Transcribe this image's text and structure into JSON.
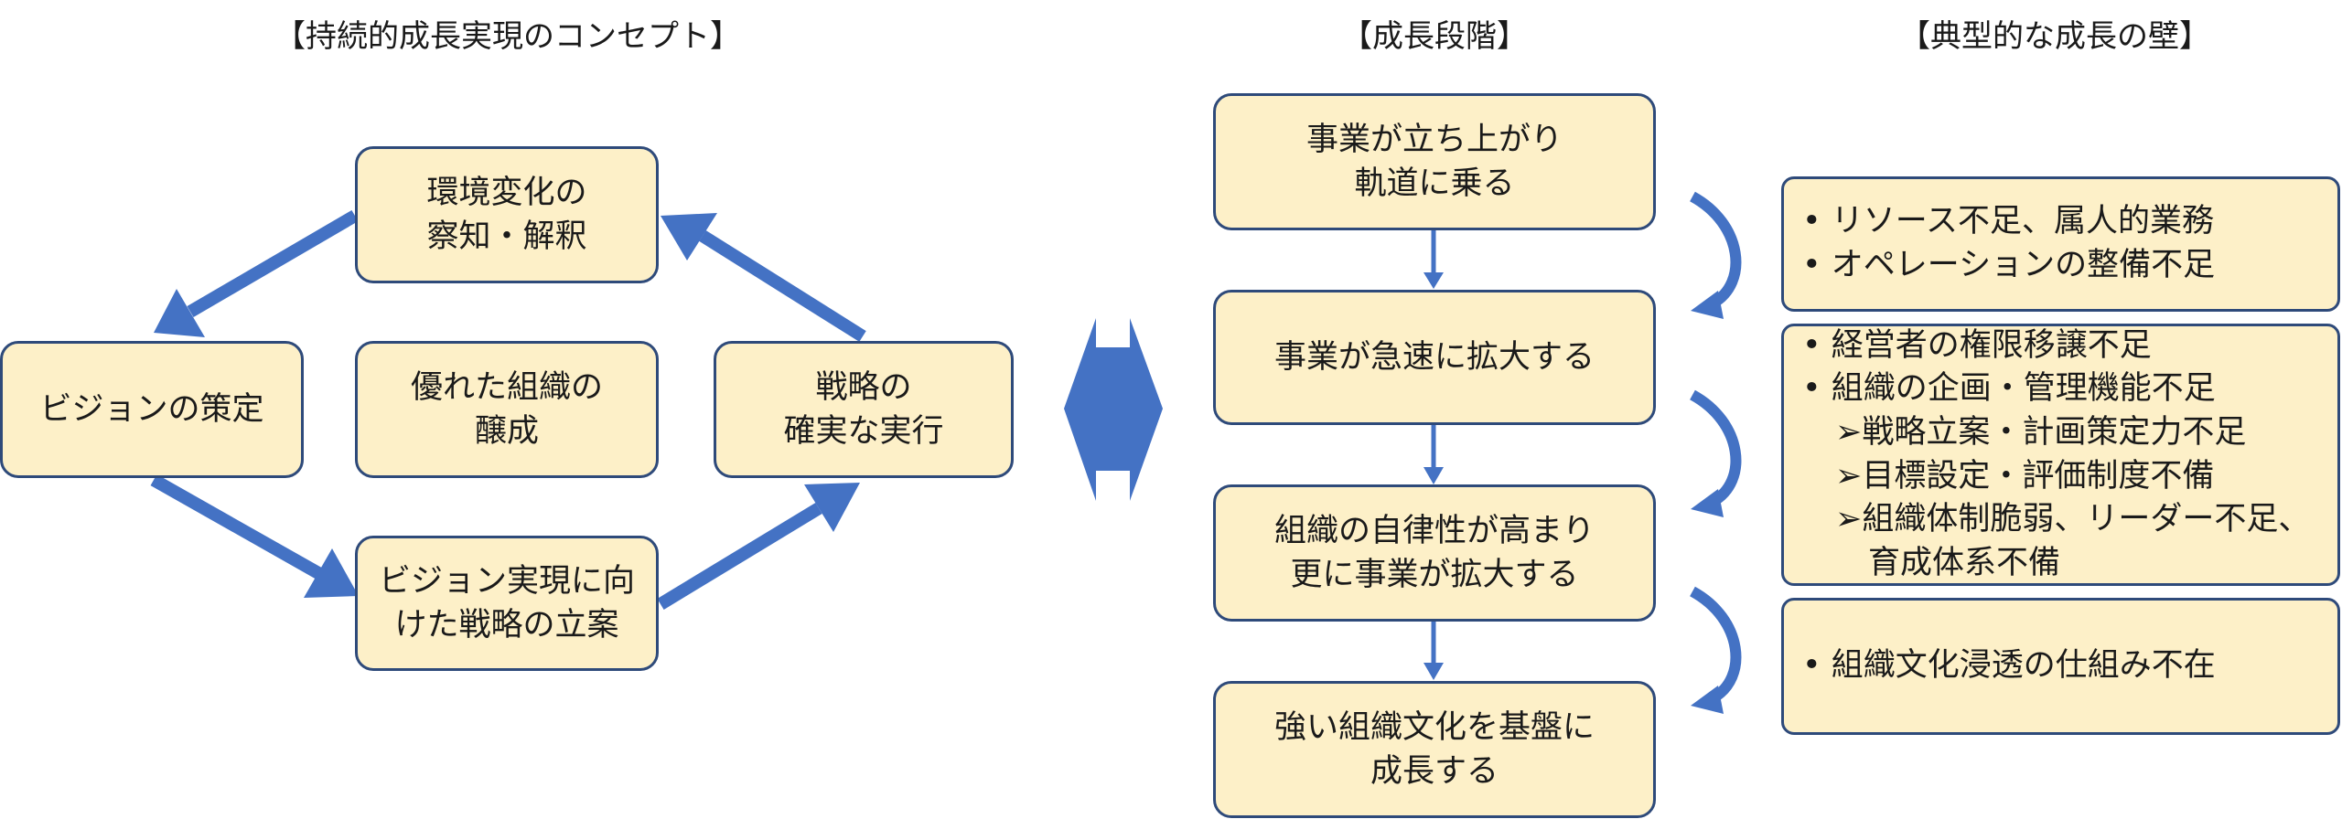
{
  "headings": {
    "concept": "【持続的成長実現のコンセプト】",
    "stages": "【成長段階】",
    "walls": "【典型的な成長の壁】"
  },
  "concept": {
    "top": [
      "環境変化の",
      "察知・解釈"
    ],
    "left": [
      "ビジョンの策定"
    ],
    "center": [
      "優れた組織の",
      "醸成"
    ],
    "right": [
      "戦略の",
      "確実な実行"
    ],
    "bottom": [
      "ビジョン実現に向",
      "けた戦略の立案"
    ]
  },
  "stages": [
    [
      "事業が立ち上がり",
      "軌道に乗る"
    ],
    [
      "事業が急速に拡大する"
    ],
    [
      "組織の自律性が高まり",
      "更に事業が拡大する"
    ],
    [
      "強い組織文化を基盤に",
      "成長する"
    ]
  ],
  "walls": {
    "wall1": [
      "• リソース不足、属人的業務",
      "• オペレーションの整備不足"
    ],
    "wall2": {
      "item1": "• 経営者の権限移譲不足",
      "item2": "• 組織の企画・管理機能不足",
      "sub1": "➢戦略立案・計画策定力不足",
      "sub2": "➢目標設定・評価制度不備",
      "sub3": "➢組織体制脆弱、リーダー不足、",
      "sub3_cont": "育成体系不備"
    },
    "wall3": [
      "• 組織文化浸透の仕組み不在"
    ]
  },
  "colors": {
    "box_fill": "#fdf0c8",
    "box_border": "#2e4a7a",
    "arrow": "#4472c4"
  }
}
